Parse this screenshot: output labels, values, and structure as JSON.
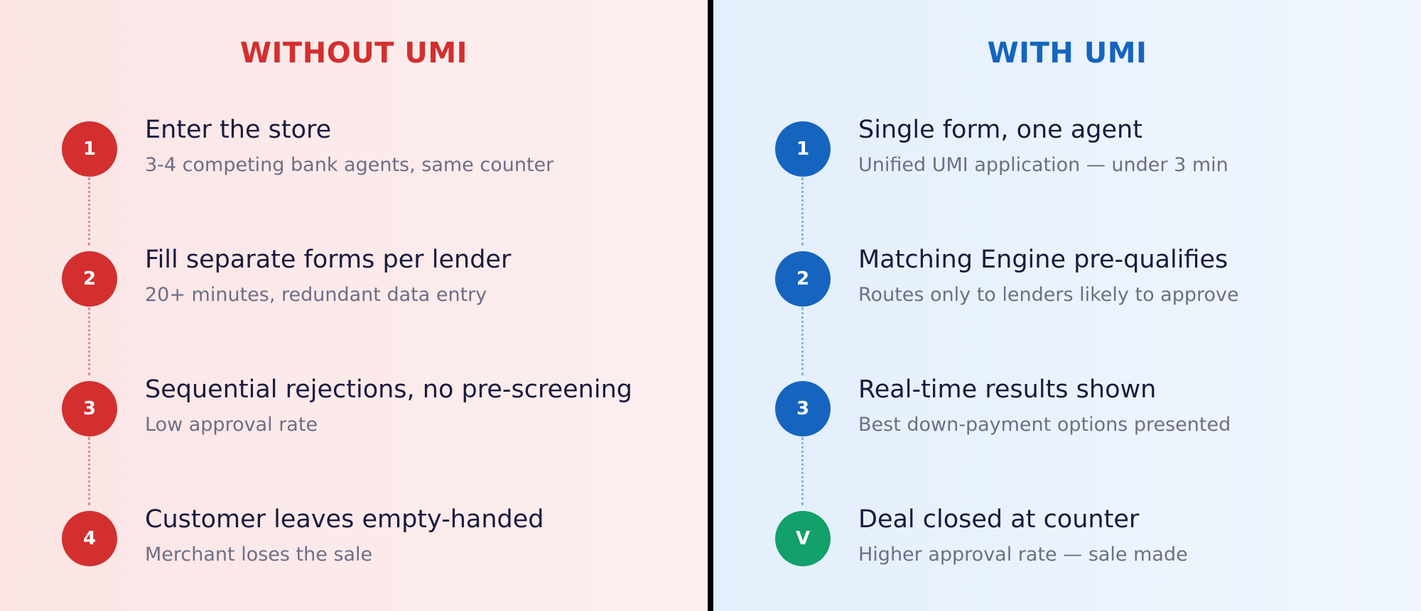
{
  "without": {
    "title": "WITHOUT UMI",
    "steps": [
      {
        "badge": "1",
        "title": "Enter the store",
        "desc": "3-4 competing bank agents, same counter"
      },
      {
        "badge": "2",
        "title": "Fill separate forms per lender",
        "desc": "20+ minutes, redundant data entry"
      },
      {
        "badge": "3",
        "title": "Sequential rejections, no pre-screening",
        "desc": "Low approval rate"
      },
      {
        "badge": "4",
        "title": "Customer leaves empty-handed",
        "desc": "Merchant loses the sale"
      }
    ]
  },
  "with": {
    "title": "WITH UMI",
    "steps": [
      {
        "badge": "1",
        "title": "Single form, one agent",
        "desc": "Unified UMI application — under 3 min"
      },
      {
        "badge": "2",
        "title": "Matching Engine pre-qualifies",
        "desc": "Routes only to lenders likely to approve"
      },
      {
        "badge": "3",
        "title": "Real-time results shown",
        "desc": "Best down-payment options presented"
      },
      {
        "badge": "V",
        "title": "Deal closed at counter",
        "desc": "Higher approval rate — sale made"
      }
    ]
  },
  "colors": {
    "without_accent": "#d32f2f",
    "with_accent": "#1565c0",
    "success": "#12a06b"
  }
}
